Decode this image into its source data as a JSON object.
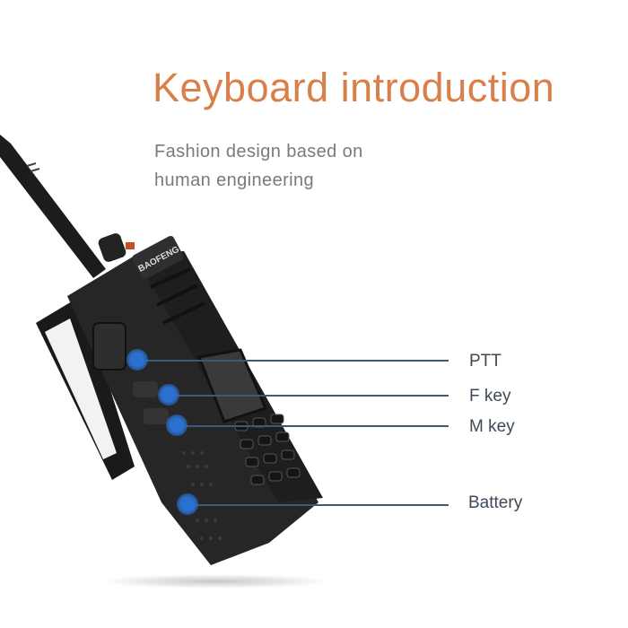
{
  "header": {
    "title": "Keyboard introduction",
    "subtitle_line1": "Fashion design based on",
    "subtitle_line2": "human engineering"
  },
  "product": {
    "brand": "BAOFENG"
  },
  "callouts": [
    {
      "label": "PTT"
    },
    {
      "label": "F key"
    },
    {
      "label": "M key"
    },
    {
      "label": "Battery"
    }
  ],
  "colors": {
    "title": "#d9804a",
    "subtitle": "#7a7a7a",
    "callout_line": "#3e5a73",
    "callout_dot": "#2b6fcf"
  }
}
